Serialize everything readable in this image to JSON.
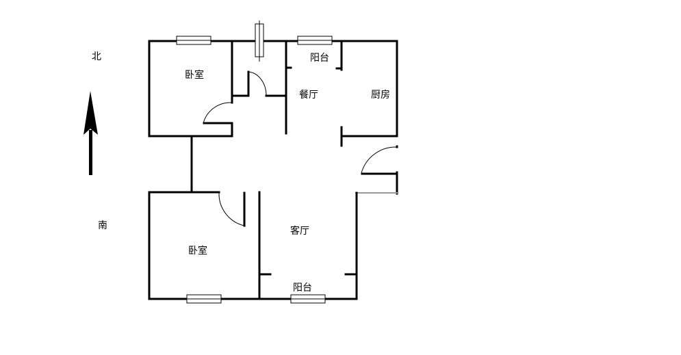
{
  "compass": {
    "north": "北",
    "south": "南"
  },
  "rooms": {
    "bedroom_north": "卧室",
    "balcony_north": "阳台",
    "dining": "餐厅",
    "kitchen": "厨房",
    "living": "客厅",
    "bedroom_south": "卧室",
    "balcony_south": "阳台"
  },
  "colors": {
    "wall": "#000000",
    "background": "#ffffff"
  }
}
